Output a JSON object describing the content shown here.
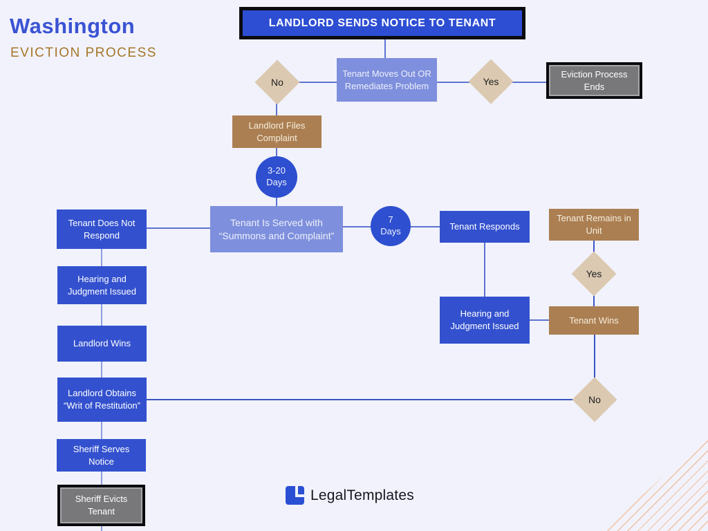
{
  "header": {
    "title": "Washington",
    "subtitle": "EVICTION PROCESS"
  },
  "flow": {
    "landlord_sends_notice": "LANDLORD SENDS NOTICE TO TENANT",
    "tenant_moves_out": "Tenant Moves Out OR Remediates Problem",
    "no_top": "No",
    "yes_top": "Yes",
    "eviction_process_ends": "Eviction Process Ends",
    "landlord_files_complaint": "Landlord Files Complaint",
    "days_3_20": "3-20 Days",
    "tenant_served": "Tenant Is Served with “Summons and Complaint”",
    "tenant_does_not_respond": "Tenant Does Not Respond",
    "days_7": "7 Days",
    "tenant_responds": "Tenant Responds",
    "tenant_remains_in_unit": "Tenant Remains in Unit",
    "hearing_judgment_left": "Hearing and Judgment Issued",
    "landlord_wins": "Landlord Wins",
    "landlord_obtains_writ": "Landlord Obtains “Writ of Restitution”",
    "sheriff_serves_notice": "Sheriff Serves Notice",
    "sheriff_evicts_tenant": "Sheriff Evicts Tenant",
    "hearing_judgment_right": "Hearing and Judgment Issued",
    "tenant_wins": "Tenant Wins",
    "yes_right": "Yes",
    "no_right": "No"
  },
  "footer": {
    "brand": "LegalTemplates"
  },
  "colors": {
    "background": "#f1f2fb",
    "primary_blue": "#3351ce",
    "periwinkle": "#7e8fdd",
    "brown": "#ab7f52",
    "tan_diamond": "#dbc9b1",
    "gray_end": "#78787a",
    "title_blue": "#3a53d4",
    "subtitle_brown": "#a5762a",
    "connector": "#5d73d2",
    "pattern_peach": "#f2b182"
  }
}
